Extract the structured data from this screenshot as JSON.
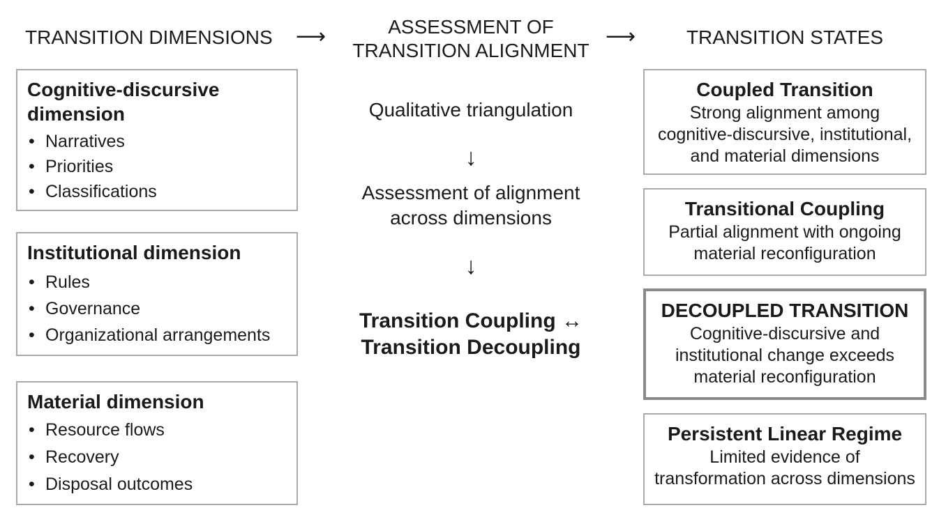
{
  "headers": {
    "left": "TRANSITION DIMENSIONS",
    "middle_line1": "ASSESSMENT OF",
    "middle_line2": "TRANSITION ALIGNMENT",
    "right": "TRANSITION STATES",
    "arrow": "⟶"
  },
  "dimensions": [
    {
      "title_line1": "Cognitive-discursive",
      "title_line2": "dimension",
      "items": [
        "Narratives",
        "Priorities",
        "Classifications"
      ]
    },
    {
      "title_line1": "Institutional dimension",
      "items": [
        "Rules",
        "Governance",
        "Organizational arrangements"
      ]
    },
    {
      "title_line1": "Material dimension",
      "items": [
        "Resource flows",
        "Recovery",
        "Disposal outcomes"
      ]
    }
  ],
  "assessment": {
    "step1": "Qualitative triangulation",
    "step2_line1": "Assessment of alignment",
    "step2_line2": "across dimensions",
    "step3_line1": "Transition Coupling ↔",
    "step3_line2": "Transition Decoupling",
    "arrow_down": "↓"
  },
  "states": [
    {
      "title": "Coupled Transition",
      "desc_lines": [
        "Strong alignment among",
        "cognitive-discursive, institutional,",
        "and material dimensions"
      ]
    },
    {
      "title": "Transitional Coupling",
      "desc_lines": [
        "Partial alignment with ongoing",
        "material reconfiguration"
      ]
    },
    {
      "title": "DECOUPLED TRANSITION",
      "desc_lines": [
        "Cognitive-discursive and",
        "institutional change exceeds",
        "material reconfiguration"
      ]
    },
    {
      "title": "Persistent Linear Regime",
      "desc_lines": [
        "Limited evidence of",
        "transformation across dimensions"
      ]
    }
  ]
}
